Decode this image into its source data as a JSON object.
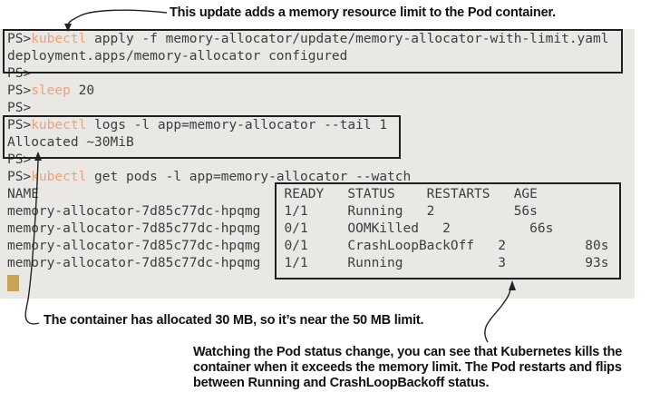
{
  "figure": {
    "kind": "terminal-screenshot-with-annotations",
    "shell": "PowerShell"
  },
  "annotations": {
    "top": "This update adds a memory resource limit to the Pod container.",
    "bottom_left": "The container has allocated 30 MB, so it’s near the 50 MB limit.",
    "bottom_right_lines": [
      "Watching the Pod status change, you can see that Kubernetes kills the",
      "container when it exceeds the memory limit. The Pod restarts and flips",
      "between Running and CrashLoopBackoff status."
    ]
  },
  "colors": {
    "terminal_bg": "#e9e8e5",
    "terminal_text": "#3a3e41",
    "command_text": "#efa07c",
    "cursor": "#c7a455",
    "box_border": "#1f1f1f",
    "annotation_text": "#111111"
  },
  "terminal": {
    "prompt": "PS>",
    "lines": [
      [
        [
          "p",
          "PS>"
        ],
        [
          "c",
          "kubectl"
        ],
        [
          "p",
          " apply -f memory-allocator/update/memory-allocator-with-limit.yaml"
        ]
      ],
      [
        [
          "p",
          "deployment.apps/memory-allocator configured"
        ]
      ],
      [
        [
          "p",
          "PS>"
        ]
      ],
      [
        [
          "p",
          "PS>"
        ],
        [
          "c",
          "sleep"
        ],
        [
          "p",
          " 20"
        ]
      ],
      [
        [
          "p",
          "PS>"
        ]
      ],
      [
        [
          "p",
          "PS>"
        ],
        [
          "c",
          "kubectl"
        ],
        [
          "p",
          " logs -l app=memory-allocator --tail 1"
        ]
      ],
      [
        [
          "p",
          "Allocated ~30MiB"
        ]
      ],
      [
        [
          "p",
          "PS>"
        ]
      ],
      [
        [
          "p",
          "PS>"
        ],
        [
          "c",
          "kubectl"
        ],
        [
          "p",
          " get pods -l app=memory-allocator --watch"
        ]
      ],
      [
        [
          "p",
          "NAME                               READY   STATUS    RESTARTS   AGE"
        ]
      ],
      [
        [
          "p",
          "memory-allocator-7d85c77dc-hpqmg   1/1     Running   2          56s"
        ]
      ],
      [
        [
          "p",
          "memory-allocator-7d85c77dc-hpqmg   0/1     OOMKilled   2          66s"
        ]
      ],
      [
        [
          "p",
          "memory-allocator-7d85c77dc-hpqmg   0/1     CrashLoopBackOff   2          80s"
        ]
      ],
      [
        [
          "p",
          "memory-allocator-7d85c77dc-hpqmg   1/1     Running            3          93s"
        ]
      ]
    ]
  },
  "pods_table": {
    "headers": [
      "NAME",
      "READY",
      "STATUS",
      "RESTARTS",
      "AGE"
    ],
    "rows": [
      [
        "memory-allocator-7d85c77dc-hpqmg",
        "1/1",
        "Running",
        "2",
        "56s"
      ],
      [
        "memory-allocator-7d85c77dc-hpqmg",
        "0/1",
        "OOMKilled",
        "2",
        "66s"
      ],
      [
        "memory-allocator-7d85c77dc-hpqmg",
        "0/1",
        "CrashLoopBackOff",
        "2",
        "80s"
      ],
      [
        "memory-allocator-7d85c77dc-hpqmg",
        "1/1",
        "Running",
        "3",
        "93s"
      ]
    ]
  },
  "commands": [
    "kubectl apply -f memory-allocator/update/memory-allocator-with-limit.yaml",
    "sleep 20",
    "kubectl logs -l app=memory-allocator --tail 1",
    "kubectl get pods -l app=memory-allocator --watch"
  ],
  "outputs": {
    "apply_result": "deployment.apps/memory-allocator configured",
    "logs_result": "Allocated ~30MiB"
  }
}
